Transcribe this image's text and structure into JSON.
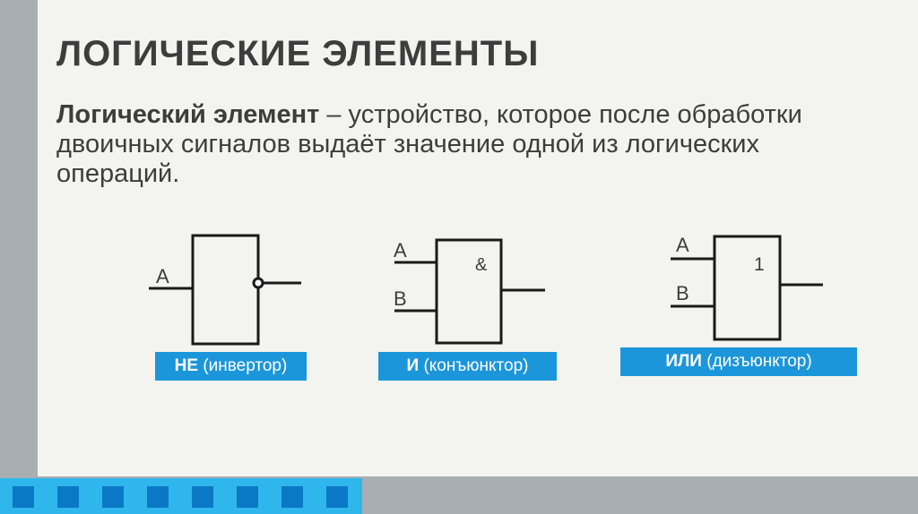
{
  "title": "ЛОГИЧЕСКИЕ ЭЛЕМЕНТЫ",
  "definition": {
    "term": "Логический элемент",
    "text": " – устройство, которое после обработки двоичных сигналов выдаёт значение одной из логических операций."
  },
  "gates": [
    {
      "name": "НЕ",
      "desc": "(инвертор)",
      "inputs": [
        "A"
      ],
      "symbol": ""
    },
    {
      "name": "И",
      "desc": "(конъюнктор)",
      "inputs": [
        "A",
        "B"
      ],
      "symbol": "&"
    },
    {
      "name": "ИЛИ",
      "desc": "(дизъюнктор)",
      "inputs": [
        "A",
        "B"
      ],
      "symbol": "1"
    }
  ],
  "colors": {
    "accent_blue": "#1c96da",
    "bar_light_blue": "#2fb6ec",
    "bar_dark_blue": "#0b78c6",
    "background": "#f3f4ef",
    "frame_gray": "#a9aeb3",
    "text": "#3d3d3d"
  }
}
